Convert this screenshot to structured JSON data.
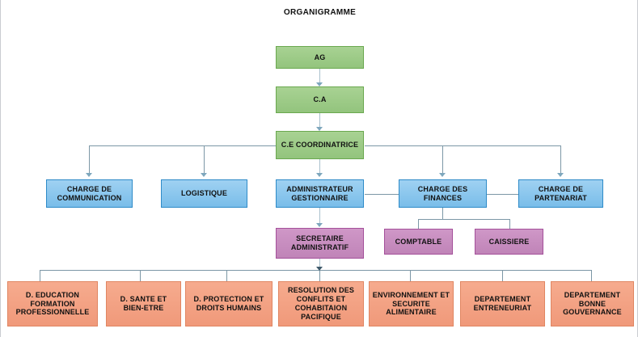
{
  "chart_title": "ORGANIGRAMME",
  "nodes": {
    "ag": {
      "label": "AG",
      "color": "#93c47d"
    },
    "ca": {
      "label": "C.A",
      "color": "#93c47d"
    },
    "ce": {
      "label": "C.E COORDINATRICE",
      "color": "#93c47d"
    },
    "charge_communication": {
      "label": "CHARGE DE COMMUNICATION",
      "color": "#79bde9"
    },
    "logistique": {
      "label": "LOGISTIQUE",
      "color": "#79bde9"
    },
    "administrateur": {
      "label": "ADMINISTRATEUR GESTIONNAIRE",
      "color": "#79bde9"
    },
    "charge_finances": {
      "label": "CHARGE DES FINANCES",
      "color": "#79bde9"
    },
    "charge_partenariat": {
      "label": "CHARGE DE PARTENARIAT",
      "color": "#79bde9"
    },
    "secretaire": {
      "label": "SECRETAIRE ADMINISTRATIF",
      "color": "#c084b8"
    },
    "comptable": {
      "label": "COMPTABLE",
      "color": "#c084b8"
    },
    "caissiere": {
      "label": "CAISSIERE",
      "color": "#c084b8"
    },
    "dep_education": {
      "label": "D. EDUCATION FORMATION PROFESSIONNELLE",
      "color": "#f0997a"
    },
    "dep_sante": {
      "label": "D. SANTE ET BIEN-ETRE",
      "color": "#f0997a"
    },
    "dep_protection": {
      "label": "D. PROTECTION ET DROITS HUMAINS",
      "color": "#f0997a"
    },
    "dep_resolution": {
      "label": "RESOLUTION DES CONFLITS ET COHABITAION PACIFIQUE",
      "color": "#f0997a"
    },
    "dep_environnement": {
      "label": "ENVIRONNEMENT ET SECURITE ALIMENTAIRE",
      "color": "#f0997a"
    },
    "dep_entreneuriat": {
      "label": "DEPARTEMENT ENTRENEURIAT",
      "color": "#f0997a"
    },
    "dep_gouvernance": {
      "label": "DEPARTEMENT BONNE GOUVERNANCE",
      "color": "#f0997a"
    }
  },
  "palette": {
    "green": "#93c47d",
    "blue": "#79bde9",
    "purple": "#c084b8",
    "orange": "#f0997a",
    "connector": "#7c97a6",
    "background": "#ffffff"
  }
}
